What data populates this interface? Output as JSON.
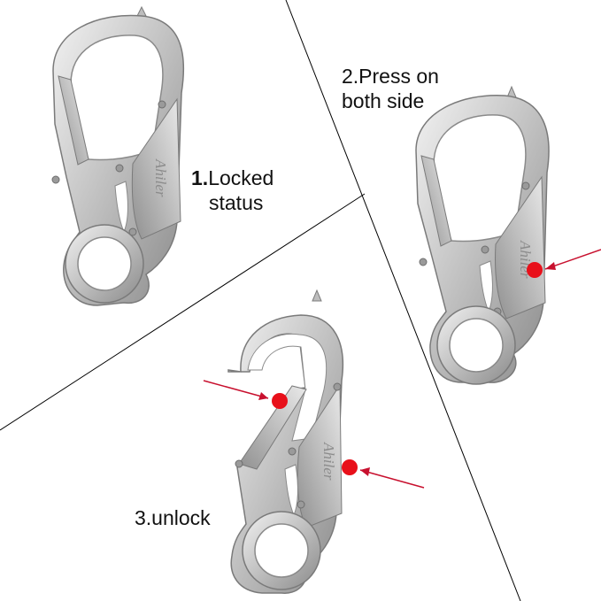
{
  "steps": [
    {
      "number": "1.",
      "line1": "Locked",
      "line2": "status"
    },
    {
      "line1": "2.Press on",
      "line2": "both side"
    },
    {
      "line1": "3.unlock"
    }
  ],
  "brand": "Ahiler",
  "colors": {
    "background": "#ffffff",
    "metal": "#c9c9c9",
    "metal_dark": "#8e8e8e",
    "press_marker": "#e8101a",
    "arrow": "#c8102e",
    "divider": "#000000"
  }
}
